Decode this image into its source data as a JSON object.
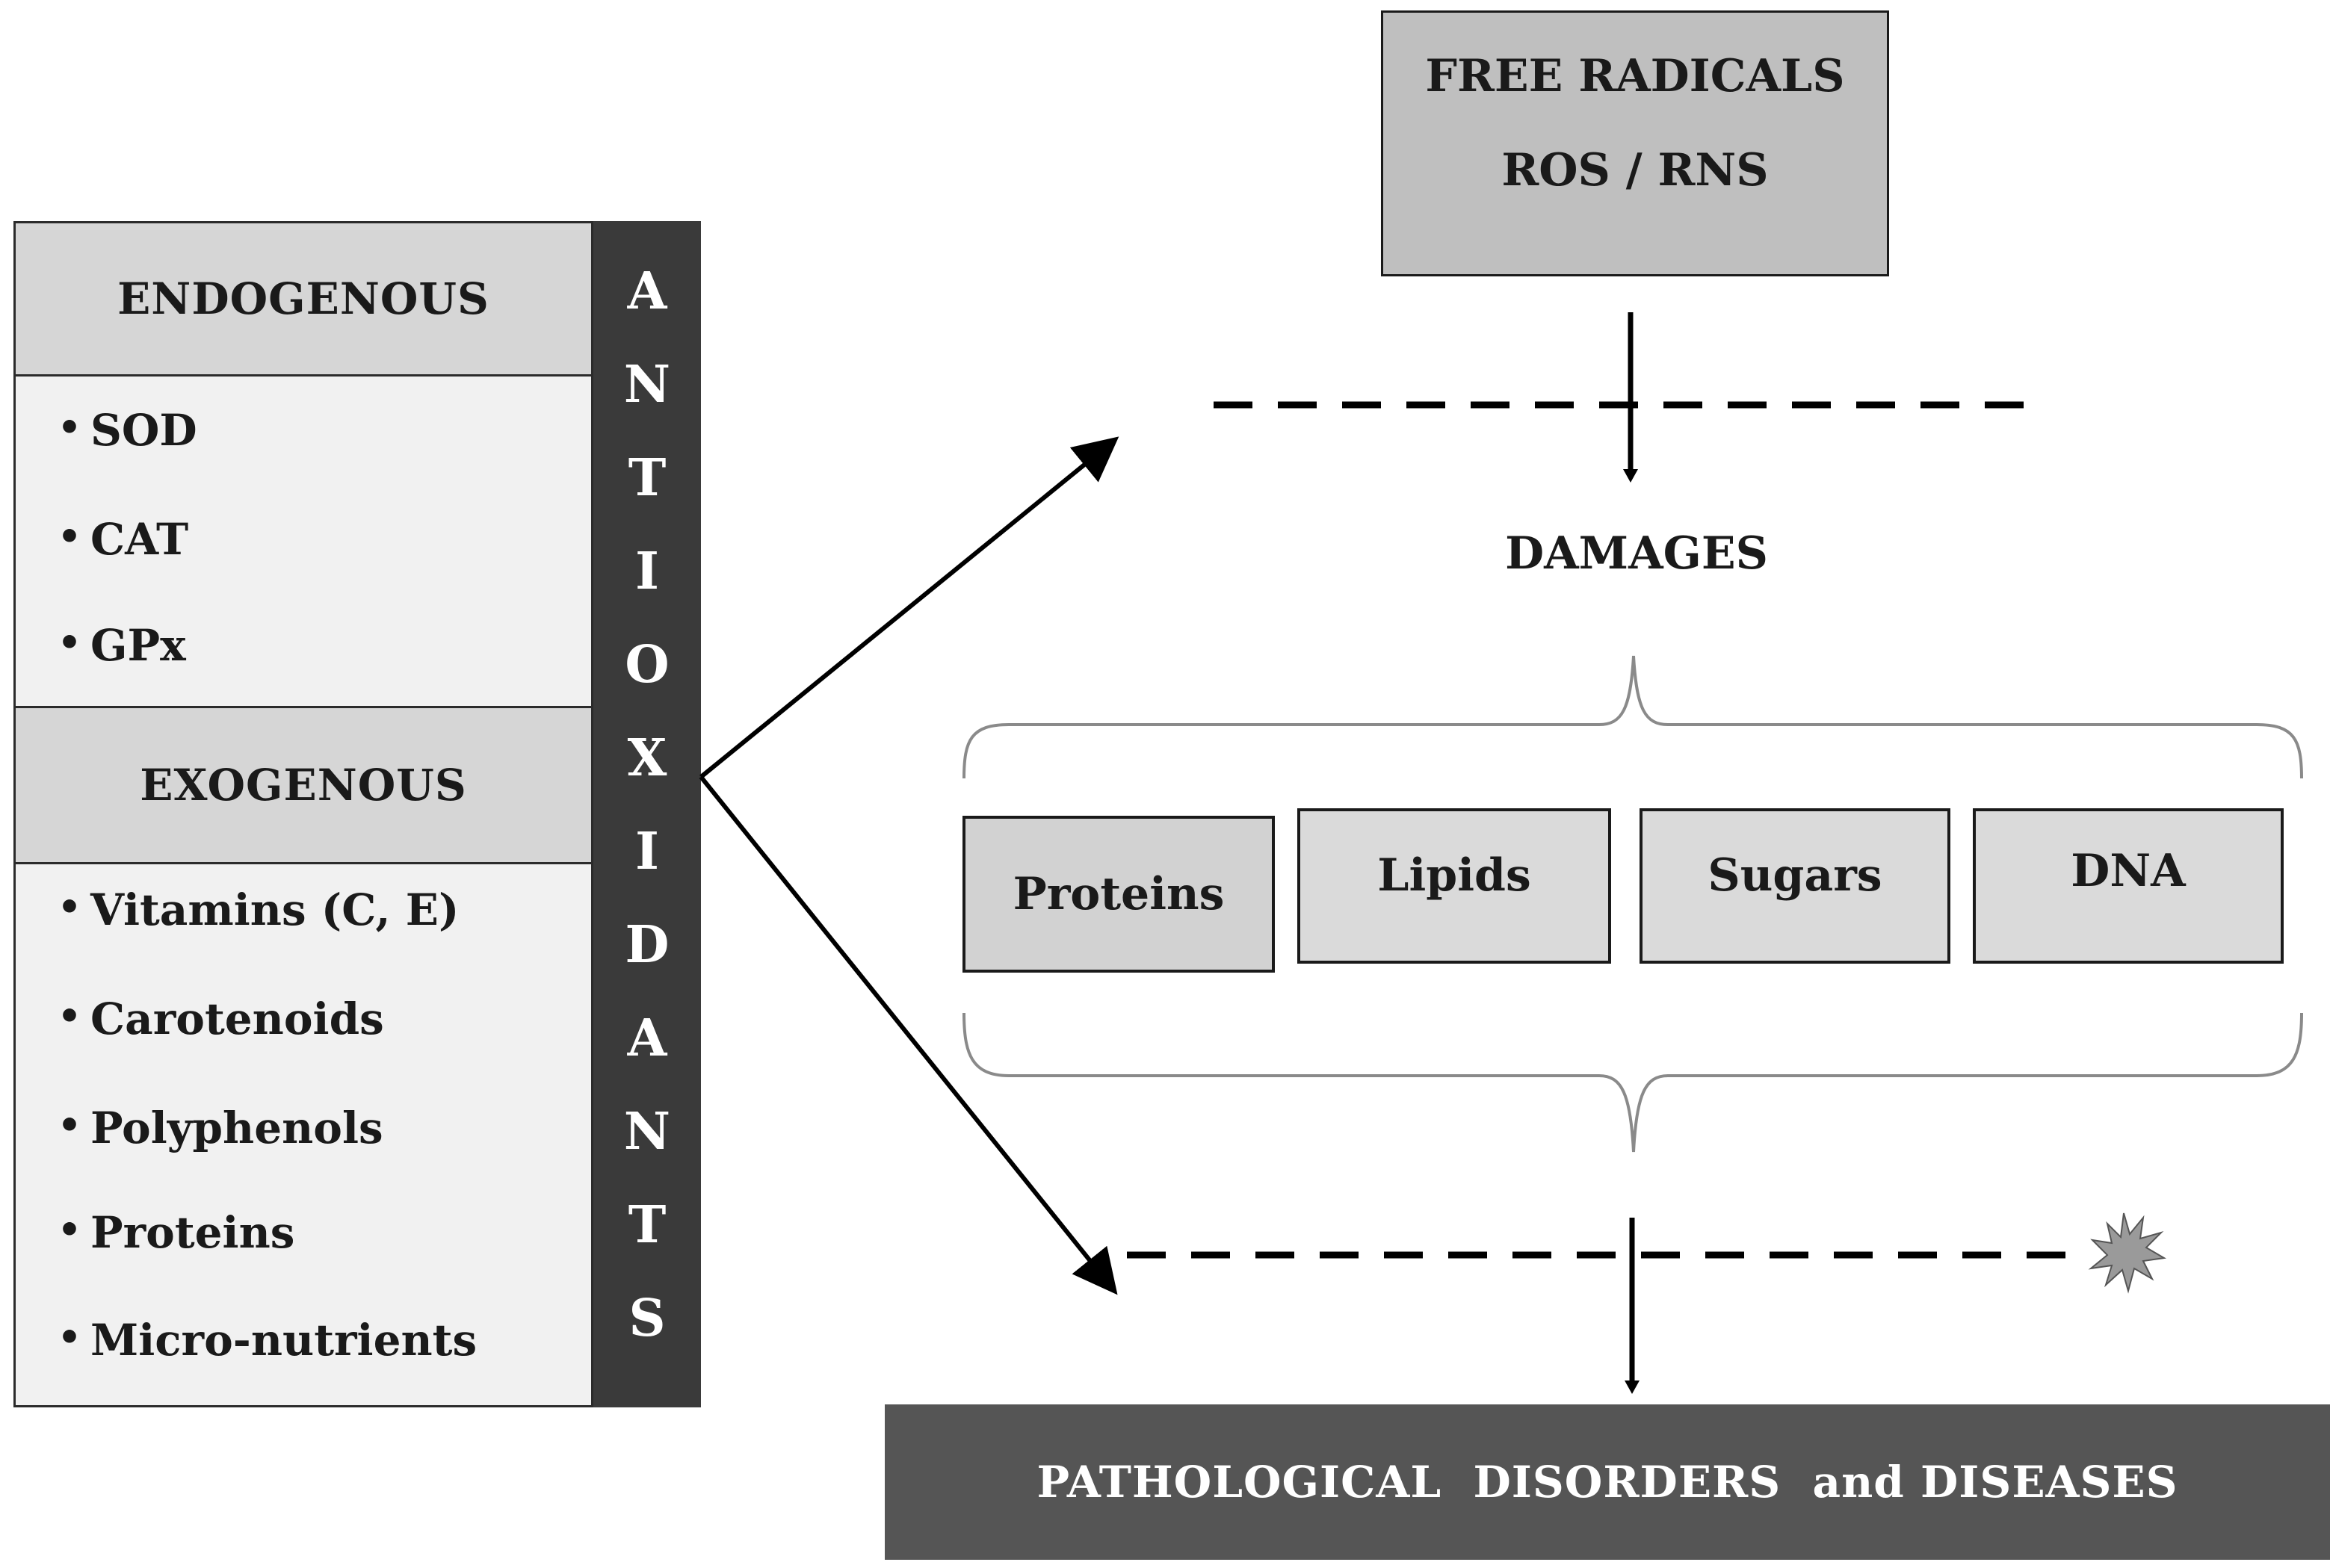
{
  "antioxidants": {
    "vertical_label": "ANTIOXIDANTS",
    "endogenous": {
      "header": "ENDOGENOUS",
      "items": [
        "SOD",
        "CAT",
        "GPx"
      ]
    },
    "exogenous": {
      "header": "EXOGENOUS",
      "items": [
        "Vitamins (C, E)",
        "Carotenoids",
        "Polyphenols",
        "Proteins",
        "Micro-nutrients"
      ]
    }
  },
  "free_radicals": {
    "line1": "FREE RADICALS",
    "line2": "ROS / RNS"
  },
  "damages_label": "DAMAGES",
  "targets": [
    "Proteins",
    "Lipids",
    "Sugars",
    "DNA"
  ],
  "outcome": "PATHOLOGICAL  DISORDERS  and DISEASES",
  "colors": {
    "panel_bg": "#f1f1f1",
    "header_bg": "#d6d6d6",
    "vertical_bar": "#3a3a3a",
    "free_radicals_box": "#bfbfbf",
    "target_box": "#d9d9d9",
    "outcome_banner": "#555555",
    "starburst": "#9a9a9a"
  }
}
